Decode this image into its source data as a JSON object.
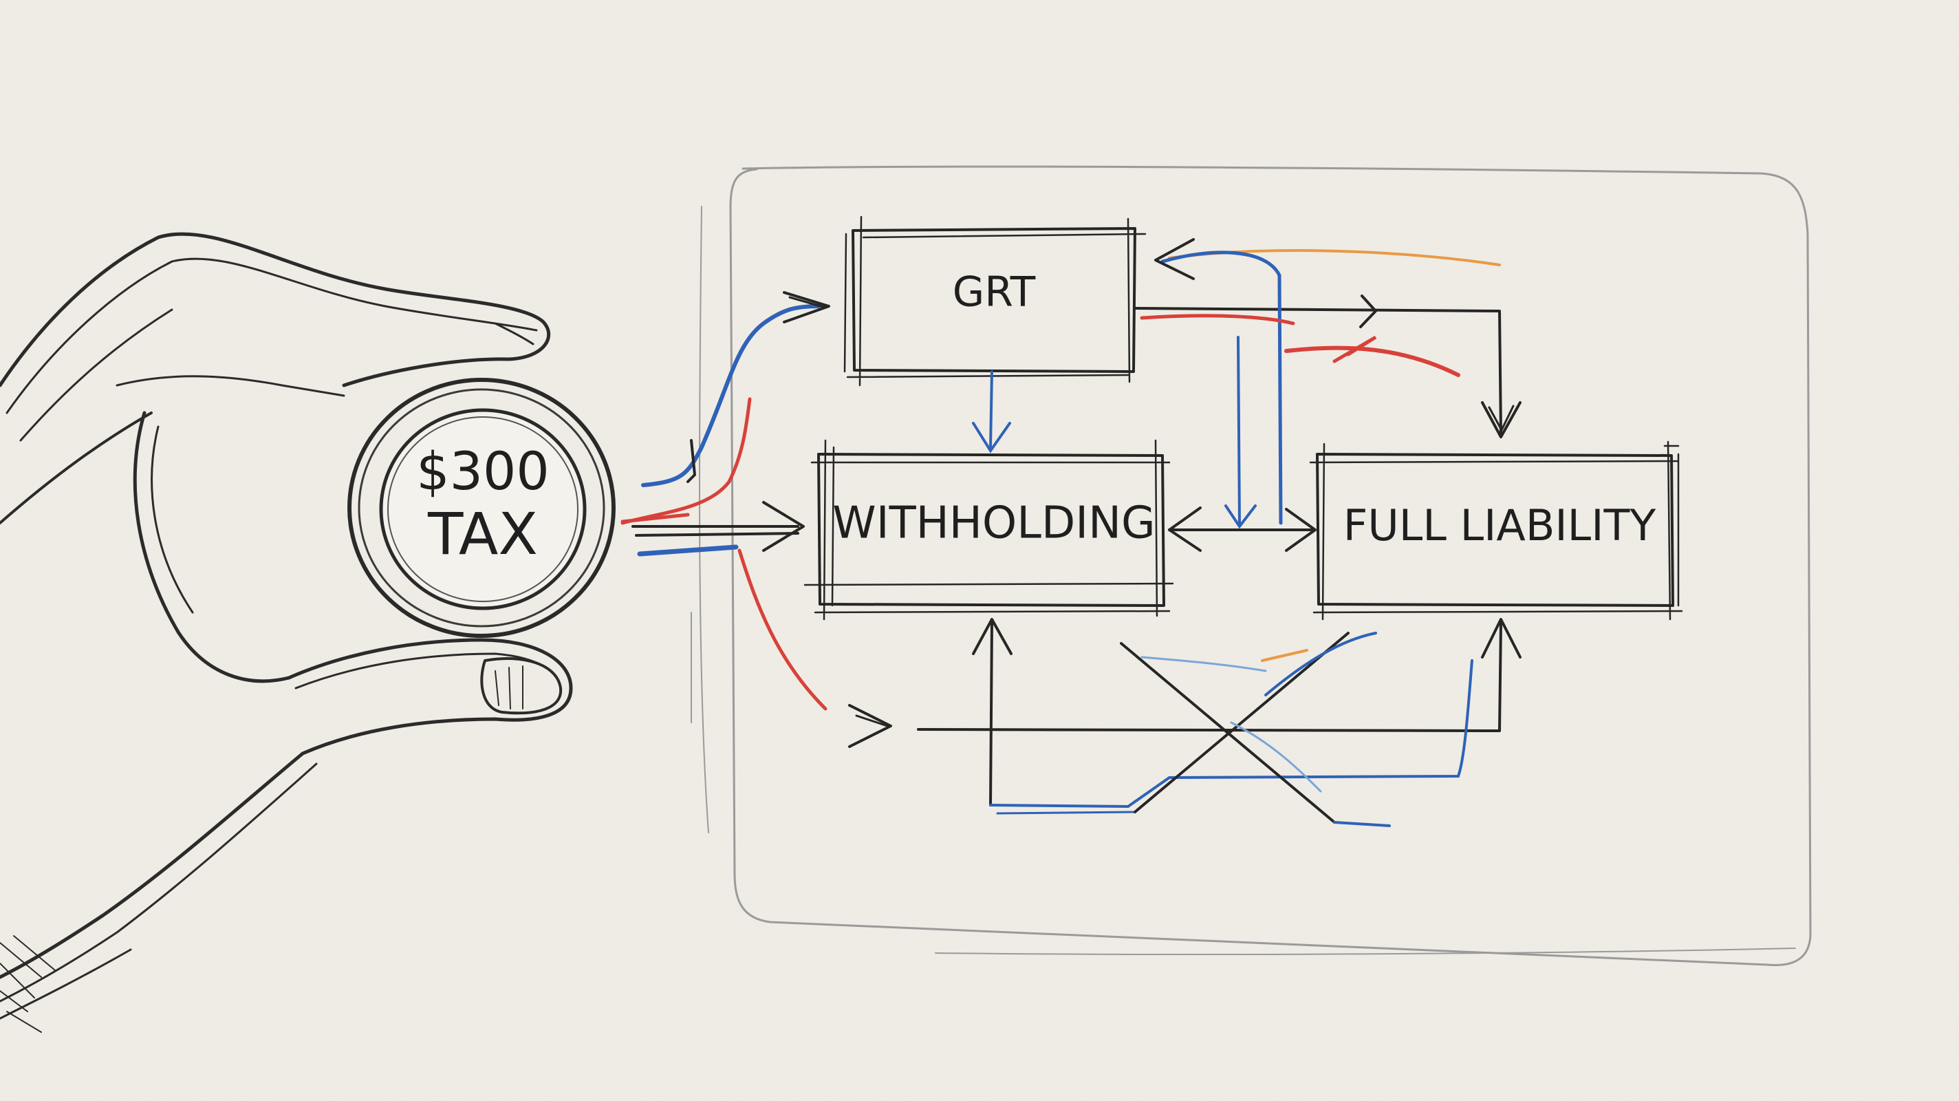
{
  "coin": {
    "amount": "$300",
    "word": "TAX"
  },
  "nodes": {
    "grt": "GRT",
    "withholding": "WITHHOLDING",
    "full_liability": "FULL LIABILITY"
  },
  "colors": {
    "paper": "#f1eee7",
    "ink": "#262626",
    "blue": "#2f62b8",
    "red": "#d8413a",
    "orange": "#e99a45"
  }
}
